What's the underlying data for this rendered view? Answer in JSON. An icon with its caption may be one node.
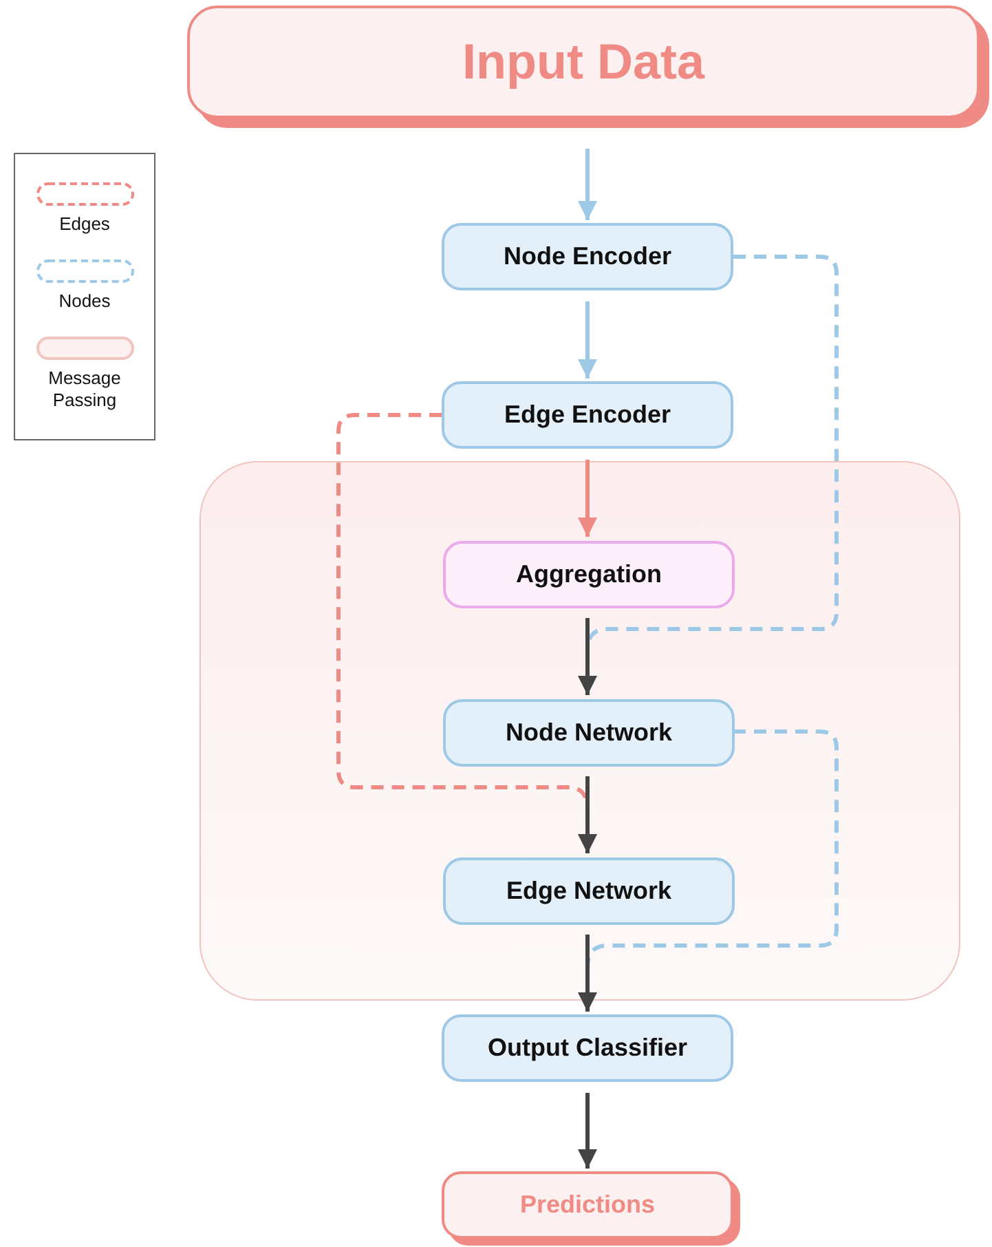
{
  "diagram": {
    "nodes": [
      {
        "text": [
          "Input Data"
        ]
      },
      {
        "text": [
          "Node Encoder"
        ]
      },
      {
        "text": [
          "Edge Encoder"
        ]
      },
      {
        "text": [],
        "shape": "box"
      },
      {
        "text": [
          "Aggregation"
        ],
        "in": 3
      },
      {
        "text": [
          "Node Network"
        ],
        "in": 3
      },
      {
        "text": [
          "Edge Network"
        ],
        "in": 3
      },
      {
        "text": [
          "Output Classifier"
        ]
      },
      {
        "text": [
          "Predictions"
        ]
      }
    ],
    "edges": [
      {
        "from": 0,
        "to": 1,
        "arrow": "to",
        "color": "#9ec9e6"
      },
      {
        "from": 1,
        "to": 2,
        "arrow": "to",
        "color": "#9ec9e6"
      },
      {
        "from": 2,
        "to": 4,
        "arrow": "to",
        "color": "#f08a84"
      },
      {
        "from": 4,
        "to": 5,
        "arrow": "to",
        "color": "#444444"
      },
      {
        "from": 5,
        "to": 6,
        "arrow": "to",
        "color": "#444444"
      },
      {
        "from": 6,
        "to": 7,
        "arrow": "to",
        "color": "#444444"
      },
      {
        "from": 7,
        "to": 8,
        "arrow": "to",
        "color": "#444444"
      },
      {
        "from": 1,
        "to": 5,
        "arrow": "to",
        "style": "dashed",
        "color": "#9ec9e6"
      },
      {
        "from": 2,
        "to": 6,
        "arrow": "to",
        "style": "dashed",
        "color": "#f08a84"
      },
      {
        "from": 5,
        "to": 7,
        "arrow": "to",
        "style": "dashed",
        "color": "#9ec9e6"
      }
    ],
    "legend": [
      {
        "text": "Edges"
      },
      {
        "text": "Nodes"
      },
      {
        "text": "Message Passing",
        "color": "#fdf0f0"
      }
    ]
  }
}
